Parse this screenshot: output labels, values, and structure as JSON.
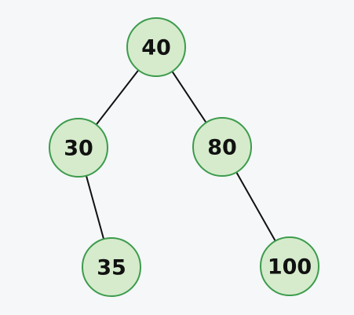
{
  "tree": {
    "nodes": [
      {
        "id": "n40",
        "label": "40"
      },
      {
        "id": "n30",
        "label": "30"
      },
      {
        "id": "n80",
        "label": "80"
      },
      {
        "id": "n35",
        "label": "35"
      },
      {
        "id": "n100",
        "label": "100"
      }
    ],
    "edges": [
      {
        "from": "n40",
        "to": "n30"
      },
      {
        "from": "n40",
        "to": "n80"
      },
      {
        "from": "n30",
        "to": "n35"
      },
      {
        "from": "n80",
        "to": "n100"
      }
    ]
  },
  "colors": {
    "background": "#f5f7f9",
    "node_fill": "#d5ebcc",
    "node_stroke": "#3d9b4c",
    "edge": "#111111",
    "text": "#111111"
  }
}
